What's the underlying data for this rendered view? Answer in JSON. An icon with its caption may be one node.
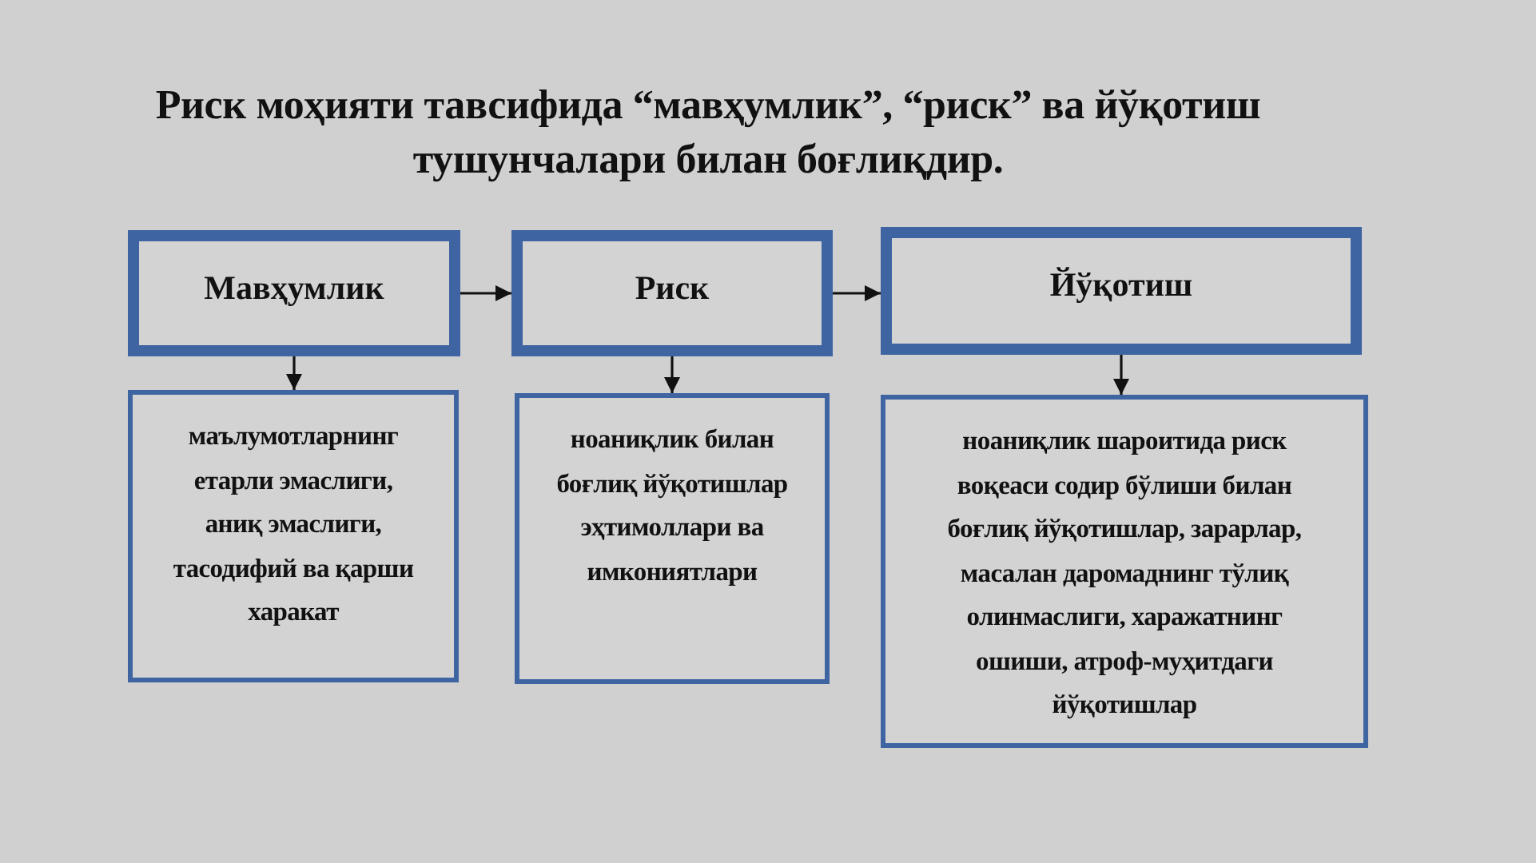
{
  "diagram": {
    "title": "Риск моҳияти тавсифида “мавҳумлик”, “риск” ва йўқотиш тушунчалари билан боғлиқдир.",
    "nodes": [
      {
        "text": [
          "Мавҳумлик"
        ]
      },
      {
        "text": [
          "Риск"
        ]
      },
      {
        "text": [
          "Йўқотиш"
        ]
      },
      {
        "text": [
          "маълумотларнинг етарли эмаслиги, аниқ эмаслиги, тасодифий ва қарши харакат"
        ]
      },
      {
        "text": [
          "ноаниқлик билан боғлиқ йўқотишлар эҳтимоллари ва имкониятлари"
        ]
      },
      {
        "text": [
          "ноаниқлик шароитида риск воқеаси содир бўлиши билан боғлиқ йўқотишлар, зарарлар, масалан даромаднинг тўлиқ олинмаслиги, харажатнинг ошиши, атроф-муҳитдаги йўқотишлар"
        ]
      }
    ],
    "edges": [
      {
        "from": 0,
        "to": 1,
        "arrow": "to"
      },
      {
        "from": 1,
        "to": 2,
        "arrow": "to"
      },
      {
        "from": 0,
        "to": 3,
        "arrow": "to"
      },
      {
        "from": 1,
        "to": 4,
        "arrow": "to"
      },
      {
        "from": 2,
        "to": 5,
        "arrow": "to"
      }
    ]
  }
}
